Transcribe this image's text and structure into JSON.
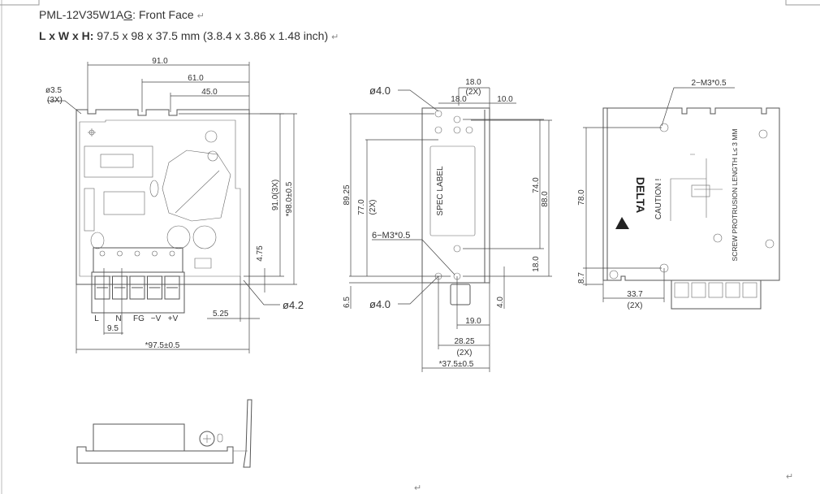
{
  "header": {
    "model": "PML-12V35W1A",
    "model_underlined": "G",
    "title_suffix": ":  Front Face",
    "dims_label": "L x W x H:",
    "dims_value": " 97.5  x 98  x 37.5  mm (3.8.4  x 3.86  x 1.48  inch)",
    "return_mark": "↵"
  },
  "front_view": {
    "dim_91": "91.0",
    "dim_61": "61.0",
    "dim_45": "45.0",
    "hole_35": "ø3.5",
    "hole_35_count": "(3X)",
    "dim_91_3x": "91.0(3X)",
    "dim_98": "*98.0±0.5",
    "dim_475": "4.75",
    "hole_42": "ø4.2",
    "dim_525": "5.25",
    "dim_95": "9.5",
    "dim_975": "*97.5±0.5",
    "terminals": [
      "L",
      "N",
      "FG",
      "−V",
      "+V"
    ]
  },
  "side_view": {
    "hole_top": "ø4.0",
    "hole_bottom": "ø4.0",
    "dim_18_2x": "18.0",
    "dim_18_2x_count": "(2X)",
    "dim_18": "18.0",
    "dim_10": "10.0",
    "dim_8925": "89.25",
    "dim_77": "77.0",
    "dim_77_count": "(2X)",
    "spec_label": "SPEC LABEL",
    "dim_74": "74.0",
    "dim_88": "88.0",
    "screw_note": "6−M3*0.5",
    "dim_18_low": "18.0",
    "dim_65": "6.5",
    "dim_40": "4.0",
    "dim_19": "19.0",
    "dim_2825": "28.25",
    "dim_2825_count": "(2X)",
    "dim_375": "*37.5±0.5"
  },
  "back_view": {
    "screw_note": "2−M3*0.5",
    "dim_78": "78.0",
    "dim_87": "8.7",
    "dim_337": "33.7",
    "dim_337_count": "(2X)",
    "brand": "DELTA",
    "caution": "CAUTION !",
    "protrusion_note": "SCREW PROTRUSION LENGTH  L≤ 3 MM"
  }
}
